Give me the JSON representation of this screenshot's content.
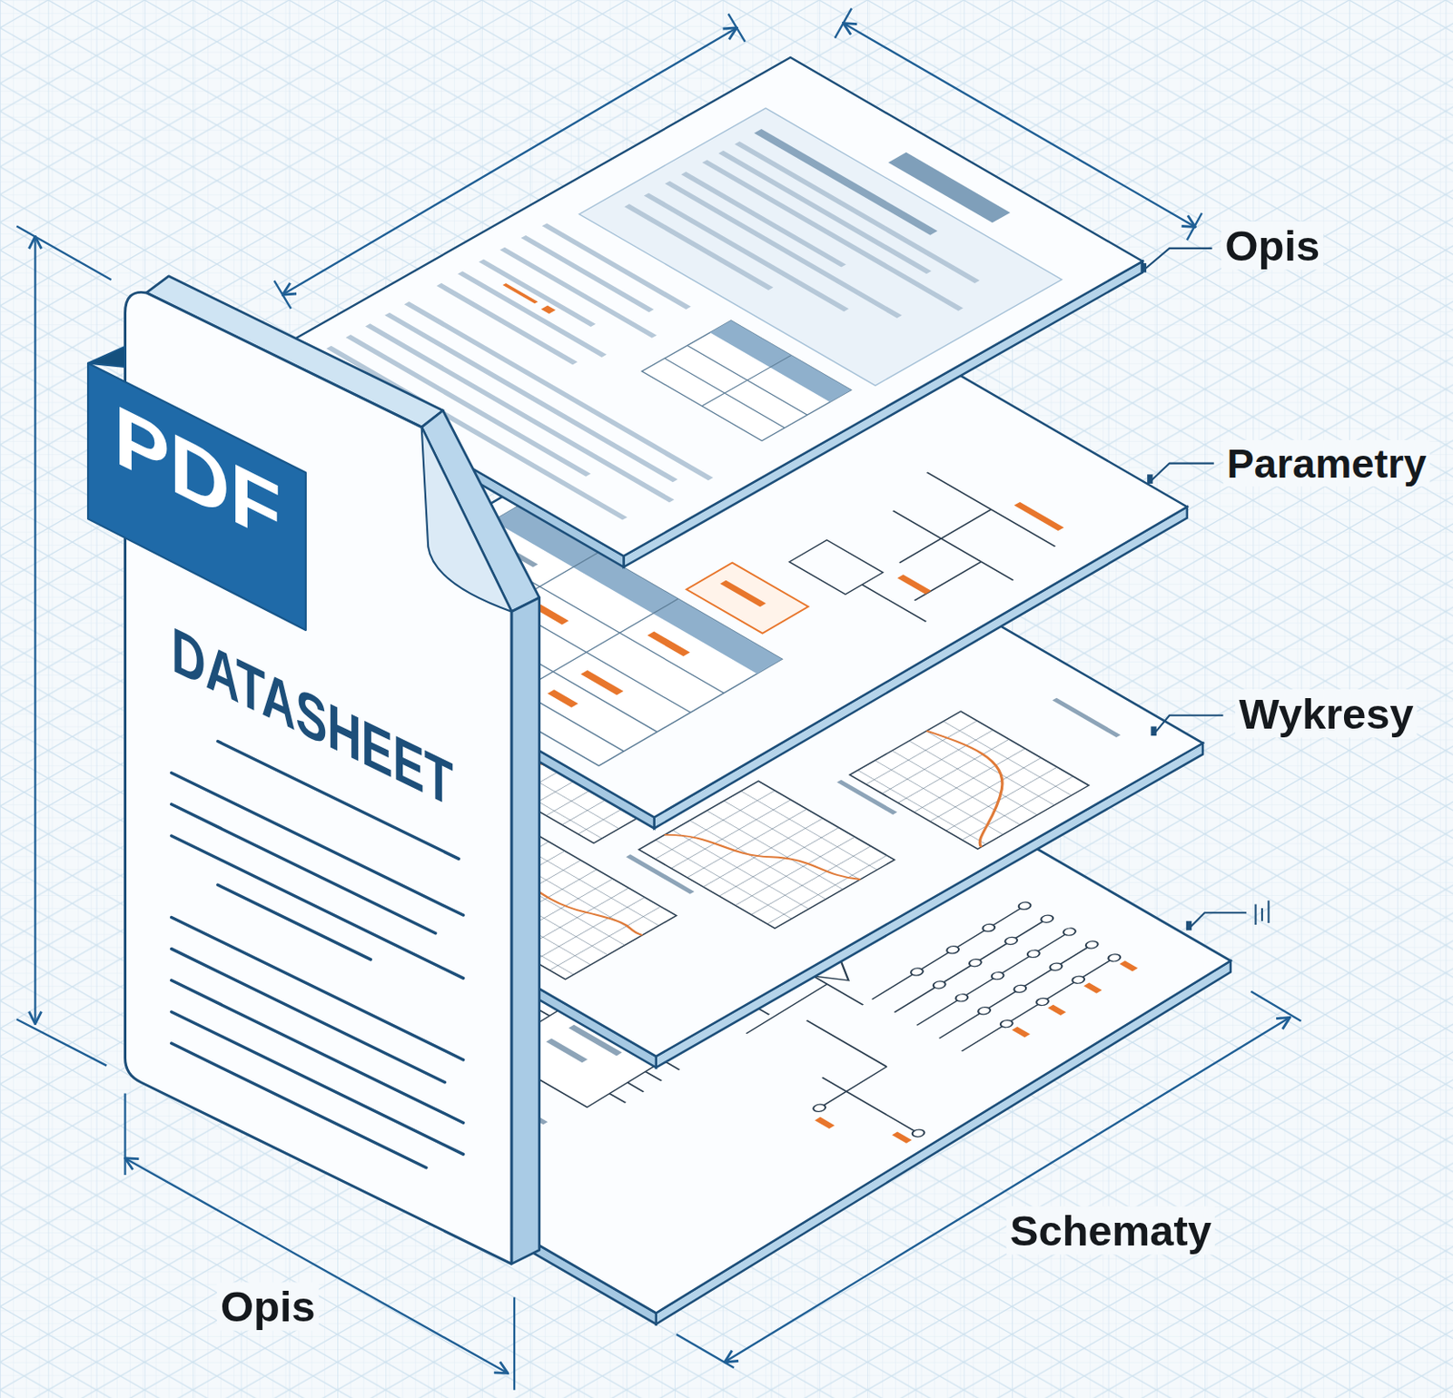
{
  "diagram": {
    "nodes": [
      {
        "text": [
          "DATASHEET"
        ]
      },
      {
        "text": [
          "PDF"
        ],
        "in": 0
      }
    ],
    "labels": [
      "Opis",
      "Parametry",
      "Wykresy",
      "Schematy",
      "Opis"
    ]
  }
}
